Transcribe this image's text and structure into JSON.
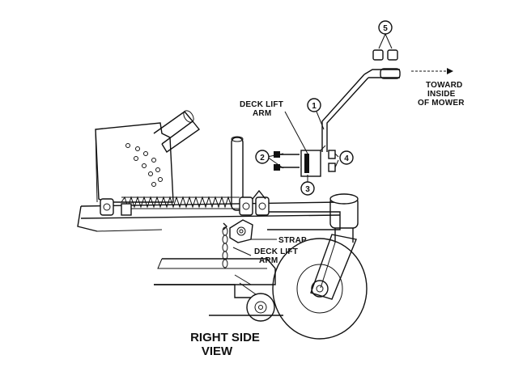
{
  "title_line1": "RIGHT SIDE",
  "title_line2": "VIEW",
  "callouts": {
    "c1": "1",
    "c2": "2",
    "c3": "3",
    "c4": "4",
    "c5": "5"
  },
  "labels": {
    "deck_lift_arm_top_1": "DECK LIFT",
    "deck_lift_arm_top_2": "ARM",
    "deck_lift_arm_bottom_1": "DECK LIFT",
    "deck_lift_arm_bottom_2": "ARM",
    "strap": "STRAP",
    "toward_1": "TOWARD",
    "toward_2": "INSIDE",
    "toward_3": "OF MOWER"
  }
}
